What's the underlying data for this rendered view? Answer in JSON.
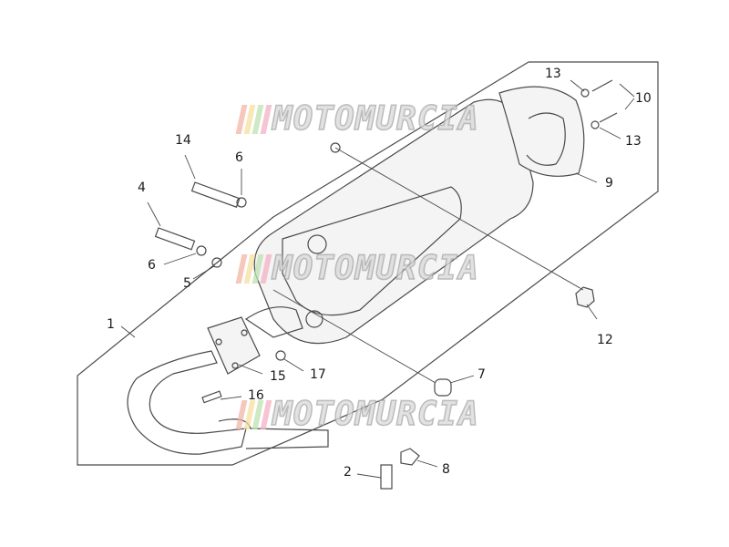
{
  "watermark": {
    "text": "MOTOMURCIA",
    "colors": [
      "#f3b6a8",
      "#f6e0a0",
      "#bfe2b0",
      "#f4b1c4"
    ]
  },
  "callouts": {
    "c1": "1",
    "c2": "2",
    "c4": "4",
    "c5": "5",
    "c6a": "6",
    "c6b": "6",
    "c7": "7",
    "c8": "8",
    "c9": "9",
    "c10": "10",
    "c12": "12",
    "c13a": "13",
    "c13b": "13",
    "c14": "14",
    "c15": "15",
    "c16": "16",
    "c17": "17"
  },
  "colors": {
    "line": "#4a4a4a",
    "part_fill": "#f4f4f4",
    "label": "#1a1a1a"
  }
}
